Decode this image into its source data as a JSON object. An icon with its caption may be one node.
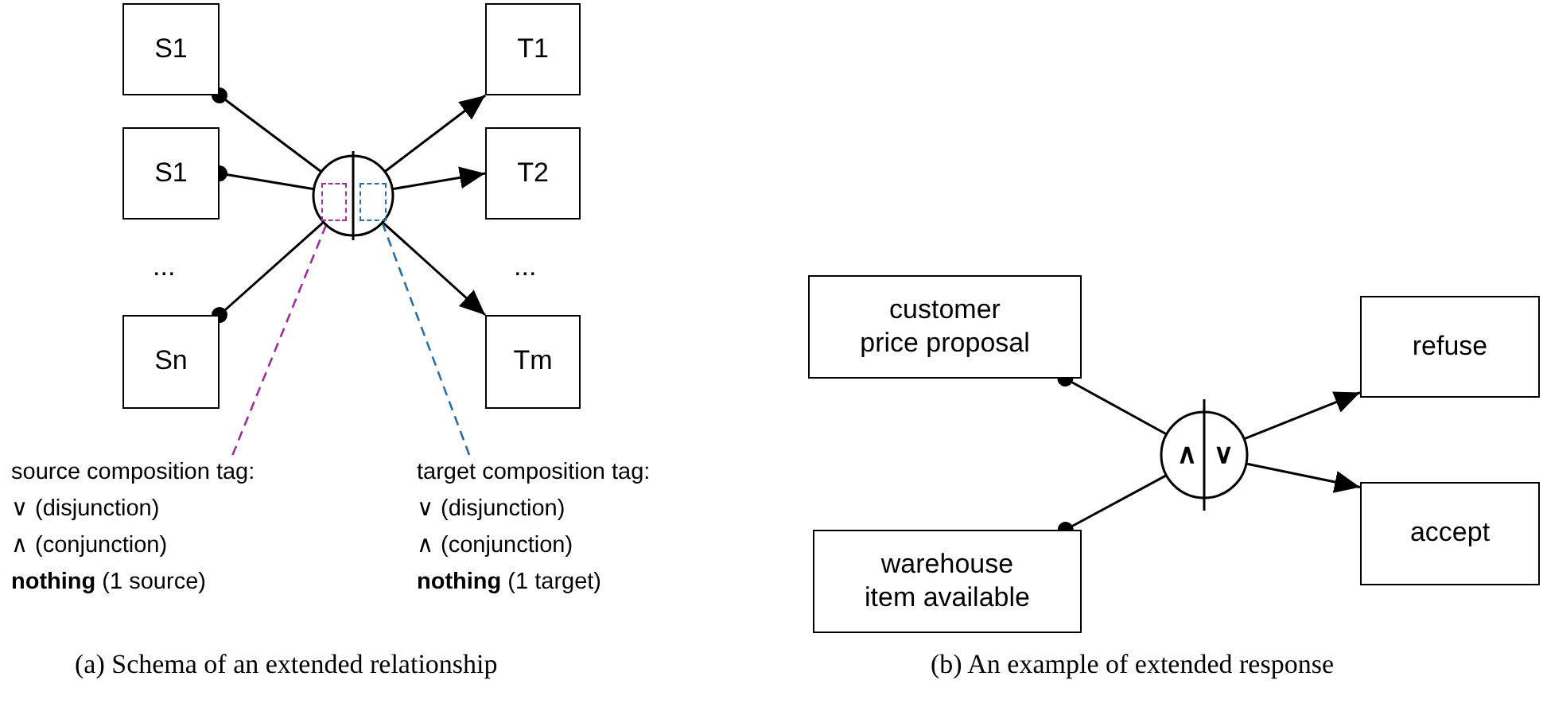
{
  "diagram": {
    "nodes": [
      {
        "text": [
          "S1"
        ]
      },
      {
        "text": [
          "S1"
        ]
      },
      {
        "text": [
          "Sn"
        ]
      },
      {
        "text": [],
        "shape": "circle"
      },
      {
        "text": [
          "T1"
        ]
      },
      {
        "text": [
          "T2"
        ]
      },
      {
        "text": [
          "Tm"
        ]
      },
      {
        "text": [],
        "shape": "box",
        "in": 3
      },
      {
        "text": [],
        "shape": "box",
        "in": 3
      },
      {
        "text": [
          "source composition tag:",
          "∨ (disjunction)",
          "∧ (conjunction)",
          "**nothing** (1 source)"
        ]
      },
      {
        "text": [
          "target composition tag:",
          "∨ (disjunction)",
          "∧ (conjunction)",
          "**nothing** (1 target)"
        ]
      },
      {
        "text": [
          "customer price proposal"
        ]
      },
      {
        "text": [
          "warehouse item available"
        ]
      },
      {
        "text": [
          "∧",
          "∨"
        ]
      },
      {
        "text": [
          "refuse"
        ]
      },
      {
        "text": [
          "accept"
        ]
      }
    ],
    "edges": [
      {
        "from": 0,
        "to": 3,
        "arrow": "other"
      },
      {
        "from": 1,
        "to": 3,
        "arrow": "other"
      },
      {
        "from": 2,
        "to": 3,
        "arrow": "other"
      },
      {
        "from": 3,
        "to": 4,
        "arrow": "to"
      },
      {
        "from": 3,
        "to": 5,
        "arrow": "to"
      },
      {
        "from": 3,
        "to": 6,
        "arrow": "to"
      },
      {
        "from": 9,
        "to": 7,
        "arrow": "none",
        "style": "dashed",
        "color": "#9b2f9f"
      },
      {
        "from": 10,
        "to": 8,
        "arrow": "none",
        "style": "dashed",
        "color": "#2b6ea6"
      },
      {
        "from": 11,
        "to": 13,
        "arrow": "other"
      },
      {
        "from": 12,
        "to": 13,
        "arrow": "other"
      },
      {
        "from": 13,
        "to": 14,
        "arrow": "to"
      },
      {
        "from": 13,
        "to": 15,
        "arrow": "to"
      }
    ],
    "labels": [
      "...",
      "...",
      "(a) Schema of an extended relationship",
      "(b) An example of extended response"
    ]
  }
}
